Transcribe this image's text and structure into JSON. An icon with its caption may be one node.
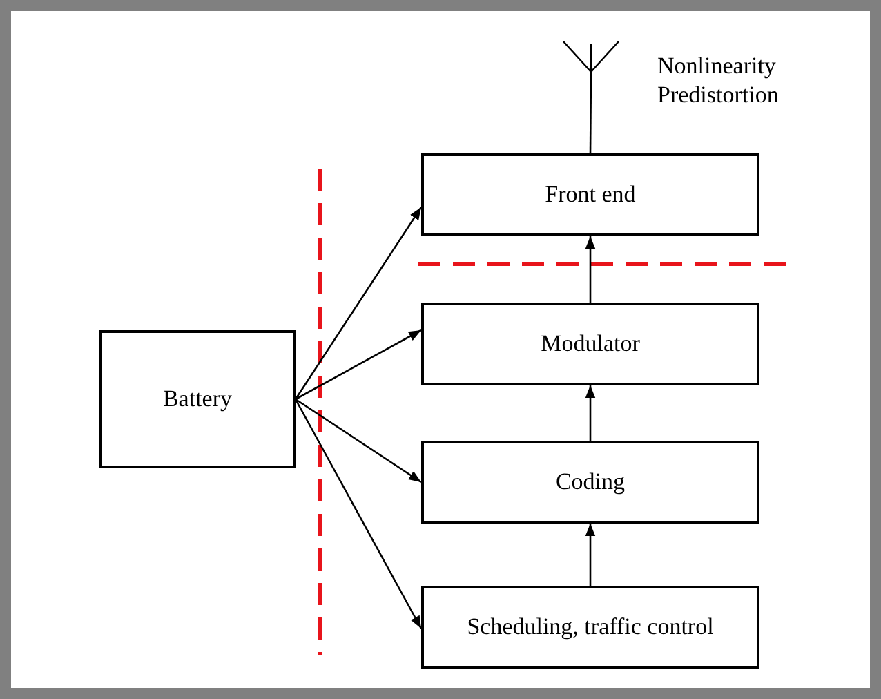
{
  "diagram": {
    "nodes": [
      {
        "text": [
          "Battery"
        ]
      },
      {
        "text": [
          "Front end"
        ]
      },
      {
        "text": [
          "Modulator"
        ]
      },
      {
        "text": [
          "Coding"
        ]
      },
      {
        "text": [
          "Scheduling, traffic control"
        ]
      },
      {
        "text": [],
        "shape": "antenna"
      }
    ],
    "edges": [
      {
        "from": 0,
        "to": 1,
        "arrow": "to"
      },
      {
        "from": 0,
        "to": 2,
        "arrow": "to"
      },
      {
        "from": 0,
        "to": 3,
        "arrow": "to"
      },
      {
        "from": 0,
        "to": 4,
        "arrow": "to"
      },
      {
        "from": 4,
        "to": 3,
        "arrow": "to"
      },
      {
        "from": 3,
        "to": 2,
        "arrow": "to"
      },
      {
        "from": 2,
        "to": 1,
        "arrow": "to"
      },
      {
        "from": 1,
        "to": 5,
        "arrow": "none"
      }
    ],
    "labels": [
      "Nonlinearity Predistortion"
    ]
  }
}
